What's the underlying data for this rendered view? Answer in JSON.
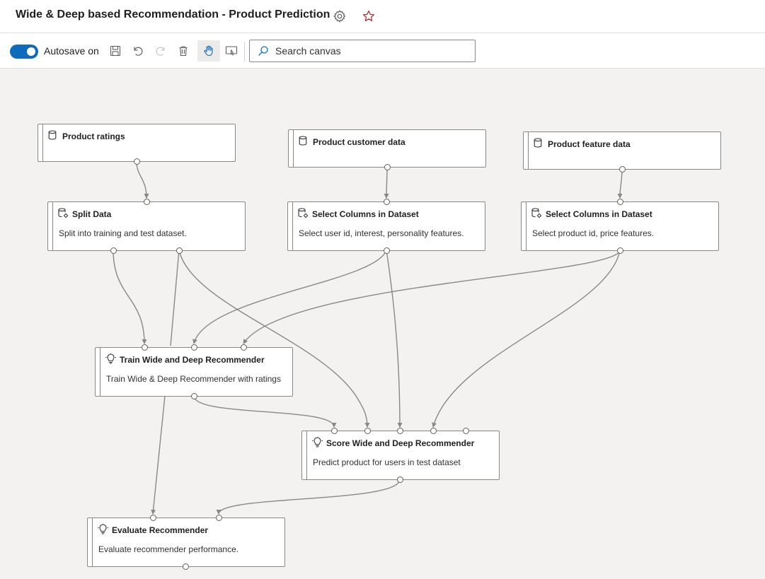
{
  "header": {
    "title": "Wide & Deep based Recommendation - Product Prediction",
    "settings_icon": "gear-icon",
    "favorite_icon": "star-icon",
    "favorite_color": "#a4262c"
  },
  "toolbar": {
    "autosave_label": "Autosave on",
    "autosave_enabled": true,
    "toggle_color": "#0f6cbd",
    "buttons": [
      "save-icon",
      "undo-icon",
      "redo-icon",
      "delete-icon",
      "pan-hand-icon",
      "presentation-icon"
    ],
    "active_tool": "pan-hand-icon"
  },
  "search": {
    "placeholder": "Search canvas",
    "value": ""
  },
  "nodes": {
    "product_ratings": {
      "title": "Product ratings",
      "icon": "dataset-icon"
    },
    "product_customer_data": {
      "title": "Product customer data",
      "icon": "dataset-icon"
    },
    "product_feature_data": {
      "title": "Product feature data",
      "icon": "dataset-icon"
    },
    "split_data": {
      "title": "Split Data",
      "description": "Split into training and test dataset.",
      "icon": "module-icon"
    },
    "select_columns_users": {
      "title": "Select Columns in Dataset",
      "description": "Select user id, interest, personality features.",
      "icon": "module-icon"
    },
    "select_columns_products": {
      "title": "Select Columns in Dataset",
      "description": "Select product id, price features.",
      "icon": "module-icon"
    },
    "train_recommender": {
      "title": "Train Wide and Deep Recommender",
      "description": "Train Wide & Deep Recommender with ratings",
      "icon": "lightbulb-icon"
    },
    "score_recommender": {
      "title": "Score Wide and Deep Recommender",
      "description": "Predict product for users in test dataset",
      "icon": "lightbulb-icon"
    },
    "evaluate_recommender": {
      "title": "Evaluate Recommender",
      "description": "Evaluate recommender performance.",
      "icon": "lightbulb-icon"
    }
  },
  "edge_color": "#8a8886"
}
